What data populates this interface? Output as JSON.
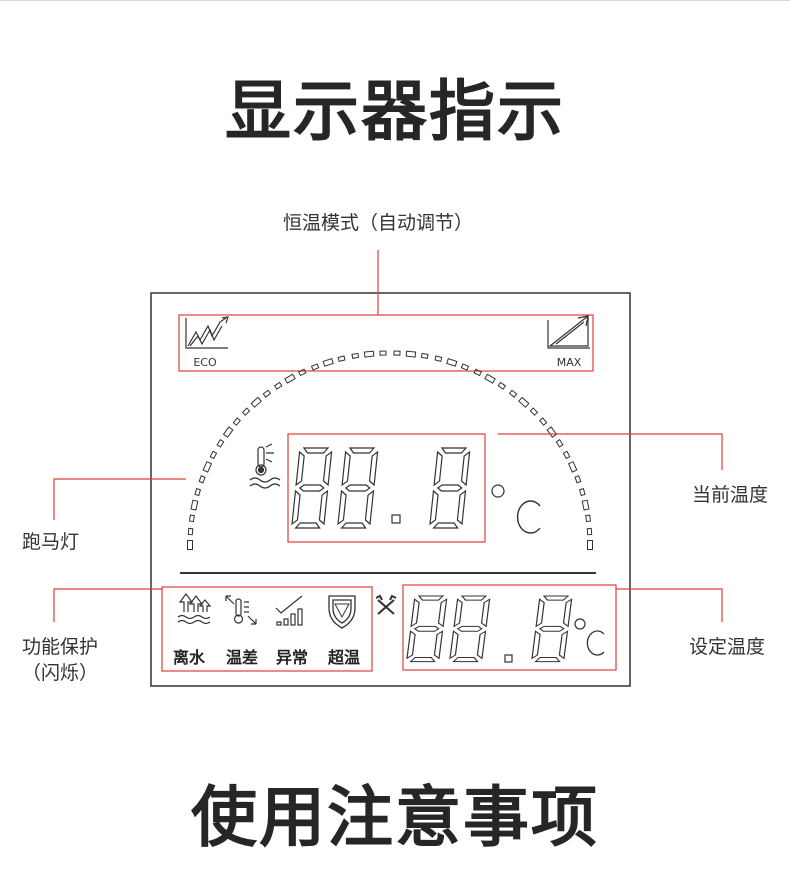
{
  "title_top": "显示器指示",
  "title_bottom": "使用注意事项",
  "callouts": {
    "constant_temp_mode": "恒温模式（自动调节）",
    "current_temp": "当前温度",
    "marquee_light": "跑马灯",
    "protection_line1": "功能保护",
    "protection_line2": "（闪烁）",
    "set_temp": "设定温度"
  },
  "display": {
    "eco_label": "ECO",
    "max_label": "MAX",
    "current_digits": "88.8",
    "set_digits": "88.8",
    "unit": "°C"
  },
  "protection_icons": [
    {
      "label": "离水",
      "icon": "water-leave-icon"
    },
    {
      "label": "温差",
      "icon": "temperature-difference-icon"
    },
    {
      "label": "异常",
      "icon": "abnormal-signal-icon"
    },
    {
      "label": "超温",
      "icon": "over-temperature-shield-icon"
    }
  ],
  "colors": {
    "callout": "#e0403a",
    "lcd_line": "#333333",
    "text": "#333333"
  }
}
